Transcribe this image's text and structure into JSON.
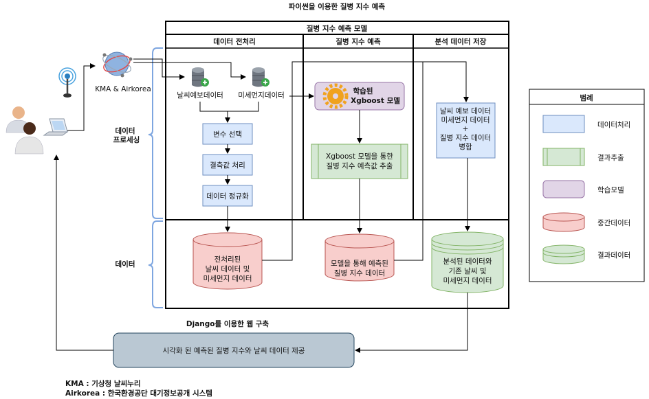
{
  "title": "파이썬을 이용한 질병 지수 예측",
  "model_title": "질병 지수 예측 모델",
  "sections": {
    "preprocess": "데이터 전처리",
    "predict": "질병 지수 예측",
    "store": "분석 데이터 저장"
  },
  "source": {
    "label": "KMA & Airkorea",
    "weather_db": "날씨예보데이터",
    "dust_db": "미세먼지데이터"
  },
  "steps": [
    "변수 선택",
    "결측값 처리",
    "데이터 정규화"
  ],
  "model_box": [
    "학습된",
    "Xgboost 모델"
  ],
  "extract_box": [
    "Xgboost 모델을 통한",
    "질병 지수 예측값 추출"
  ],
  "merge_box": [
    "날씨 예보 데이터",
    "미세먼지 데이터",
    "+",
    "질병 지수 데이터",
    "병합"
  ],
  "side_labels": {
    "processing": [
      "데이터",
      "프로세싱"
    ],
    "data": "데이터"
  },
  "cylinders": {
    "preprocessed": [
      "전처리된",
      "날씨 데이터 및",
      "미세먼지 데이터"
    ],
    "predicted": [
      "모델을 통해 예측된",
      "질병 지수 데이터"
    ],
    "result": [
      "분석된 데이터와",
      "기존 날씨 및",
      "미세먼지 데이터"
    ]
  },
  "web": {
    "caption": "Django를 이용한 웹 구축",
    "box": "시각화 된 예측된 질병 지수와 날씨 데이터 제공"
  },
  "legend": {
    "title": "범례",
    "items": [
      "데이터처리",
      "결과추출",
      "학습모델",
      "중간데이터",
      "결과데이터"
    ]
  },
  "footnotes": [
    "KMA : 기상청 날씨누리",
    "Airkorea : 한국환경공단 대기정보공개 시스템"
  ],
  "colors": {
    "blue_fill": "#dae8fc",
    "blue_stroke": "#6c8ebf",
    "green_fill": "#d5e8d4",
    "green_stroke": "#82b366",
    "purple_fill": "#e1d5e7",
    "purple_stroke": "#9673a6",
    "red_fill": "#f8cecc",
    "red_stroke": "#b85450",
    "gray_fill": "#bac8d3",
    "gray_stroke": "#23445d",
    "bracket": "#7ea6e0"
  }
}
